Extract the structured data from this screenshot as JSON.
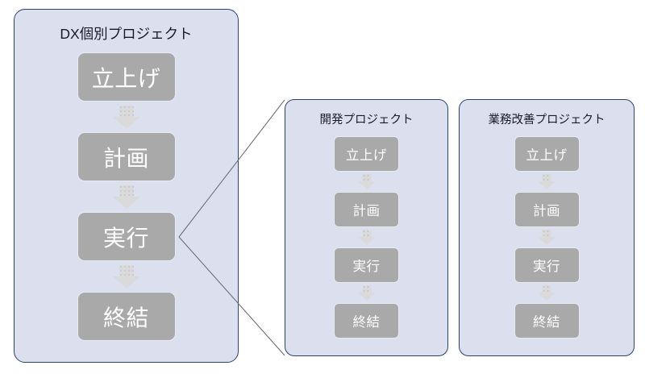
{
  "diagram": {
    "background_color": "#ffffff",
    "panel_fill": "#dce0ee",
    "panel_border": "#2e4272",
    "node_fill": "#a9a9a9",
    "node_text_color": "#ffffff",
    "arrow_color": "#dadada",
    "connector_color": "#6e6e78"
  },
  "panels": [
    {
      "id": "dx-individual-project",
      "title": "DX個別プロジェクト",
      "phases": [
        {
          "label": "立上げ"
        },
        {
          "label": "計画"
        },
        {
          "label": "実行"
        },
        {
          "label": "終結"
        }
      ]
    },
    {
      "id": "development-project",
      "title": "開発プロジェクト",
      "phases": [
        {
          "label": "立上げ"
        },
        {
          "label": "計画"
        },
        {
          "label": "実行"
        },
        {
          "label": "終結"
        }
      ]
    },
    {
      "id": "business-improvement-project",
      "title": "業務改善プロジェクト",
      "phases": [
        {
          "label": "立上げ"
        },
        {
          "label": "計画"
        },
        {
          "label": "実行"
        },
        {
          "label": "終結"
        }
      ]
    }
  ],
  "connectors": [
    {
      "from": "dx-individual-project.実行",
      "to": "development-project.top-left"
    },
    {
      "from": "dx-individual-project.実行",
      "to": "development-project.bottom-left"
    }
  ]
}
